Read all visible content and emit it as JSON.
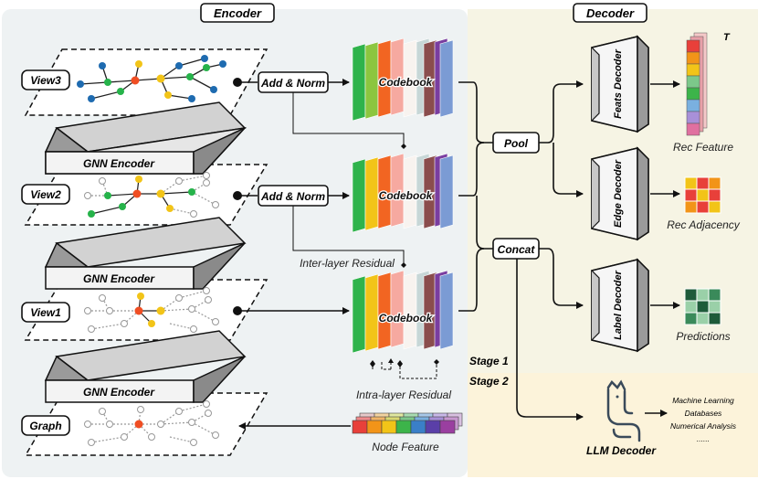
{
  "panels": {
    "encoder_title": "Encoder",
    "decoder_title": "Decoder"
  },
  "encoder": {
    "views": [
      "View3",
      "View2",
      "View1",
      "Graph"
    ],
    "gnn_encoder_label": "GNN Encoder",
    "add_norm_label": "Add & Norm",
    "codebook_label": "Codebook",
    "inter_layer_residual": "Inter-layer Residual",
    "intra_layer_residual": "Intra-layer Residual",
    "node_feature": "Node Feature"
  },
  "middle": {
    "pool_label": "Pool",
    "concat_label": "Concat",
    "stage1": "Stage 1",
    "stage2": "Stage 2"
  },
  "decoder": {
    "feats_decoder": "Feats Decoder",
    "edge_decoder": "Edge Decoder",
    "label_decoder": "Label Decoder",
    "rec_feature": "Rec Feature",
    "rec_adjacency": "Rec Adjacency",
    "predictions": "Predictions",
    "t_label": "T",
    "llm_decoder": "LLM Decoder",
    "llm_outputs": [
      "Machine Learning",
      "Databases",
      "Numerical Analysis",
      "......"
    ]
  },
  "colors": {
    "encoder_bg": "#eef2f3",
    "decoder_bg": "#f6f4e4",
    "stage2_bg": "#fcf3da",
    "accent_orange": "#f04e23",
    "node_yellow": "#f2c418",
    "node_green": "#26b34a",
    "node_blue": "#1e6bb0"
  }
}
